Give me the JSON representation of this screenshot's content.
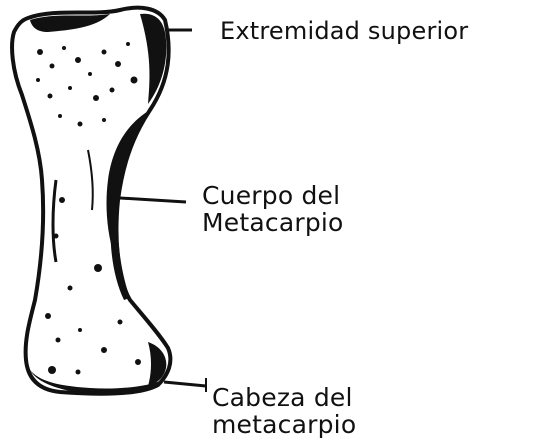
{
  "labels": {
    "extremidad_superior": "Extremidad superior",
    "cuerpo_line1": "Cuerpo del",
    "cuerpo_line2": "Metacarpio",
    "cabeza_line1": "Cabeza del",
    "cabeza_line2": "metacarpio"
  },
  "colors": {
    "bone_fill": "#ffffff",
    "ink": "#111111",
    "background": "#ffffff"
  }
}
